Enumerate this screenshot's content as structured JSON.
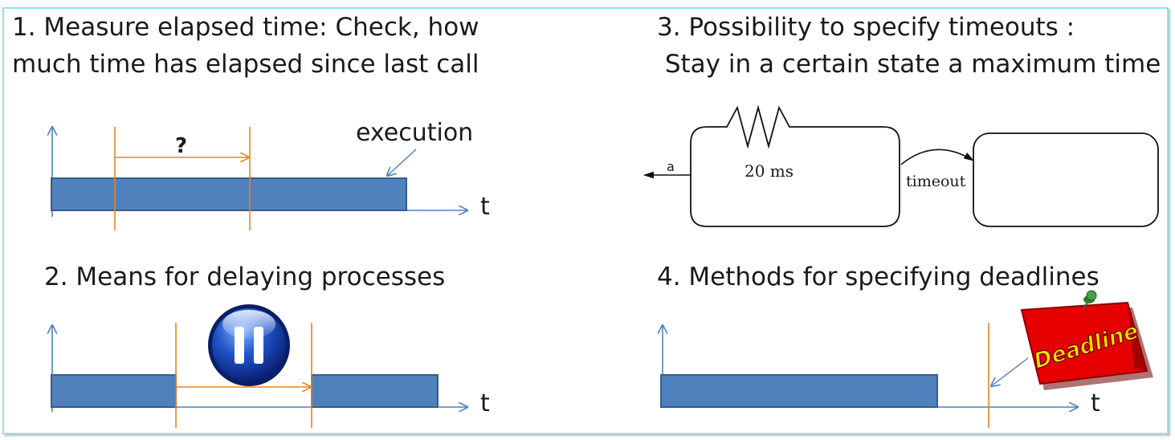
{
  "panel1": {
    "title_line1": "1. Measure elapsed time: Check, how",
    "title_line2": "much time has elapsed since last call",
    "question": "?",
    "execution_label": "execution",
    "axis_label": "t"
  },
  "panel2": {
    "title": "2. Means for delaying processes",
    "axis_label": "t",
    "pause_icon": "pause-icon"
  },
  "panel3": {
    "title_line1": "3. Possibility to specify timeouts :",
    "title_line2": " Stay in a certain state a maximum time",
    "state_label": "20 ms",
    "edge_a": "a",
    "edge_timeout": "timeout",
    "resistor_icon": "resistor-icon"
  },
  "panel4": {
    "title": "4. Methods for specifying deadlines",
    "axis_label": "t",
    "deadline_note": "Deadline",
    "pin_icon": "push-pin-icon"
  },
  "colors": {
    "bar_fill": "#4f81bd",
    "bar_stroke": "#385d8a",
    "axis": "#4f81bd",
    "marker": "#f07f1e",
    "frame": "#8fe3ea",
    "deadline_red": "#e60000",
    "deadline_yellow": "#ffe000"
  }
}
